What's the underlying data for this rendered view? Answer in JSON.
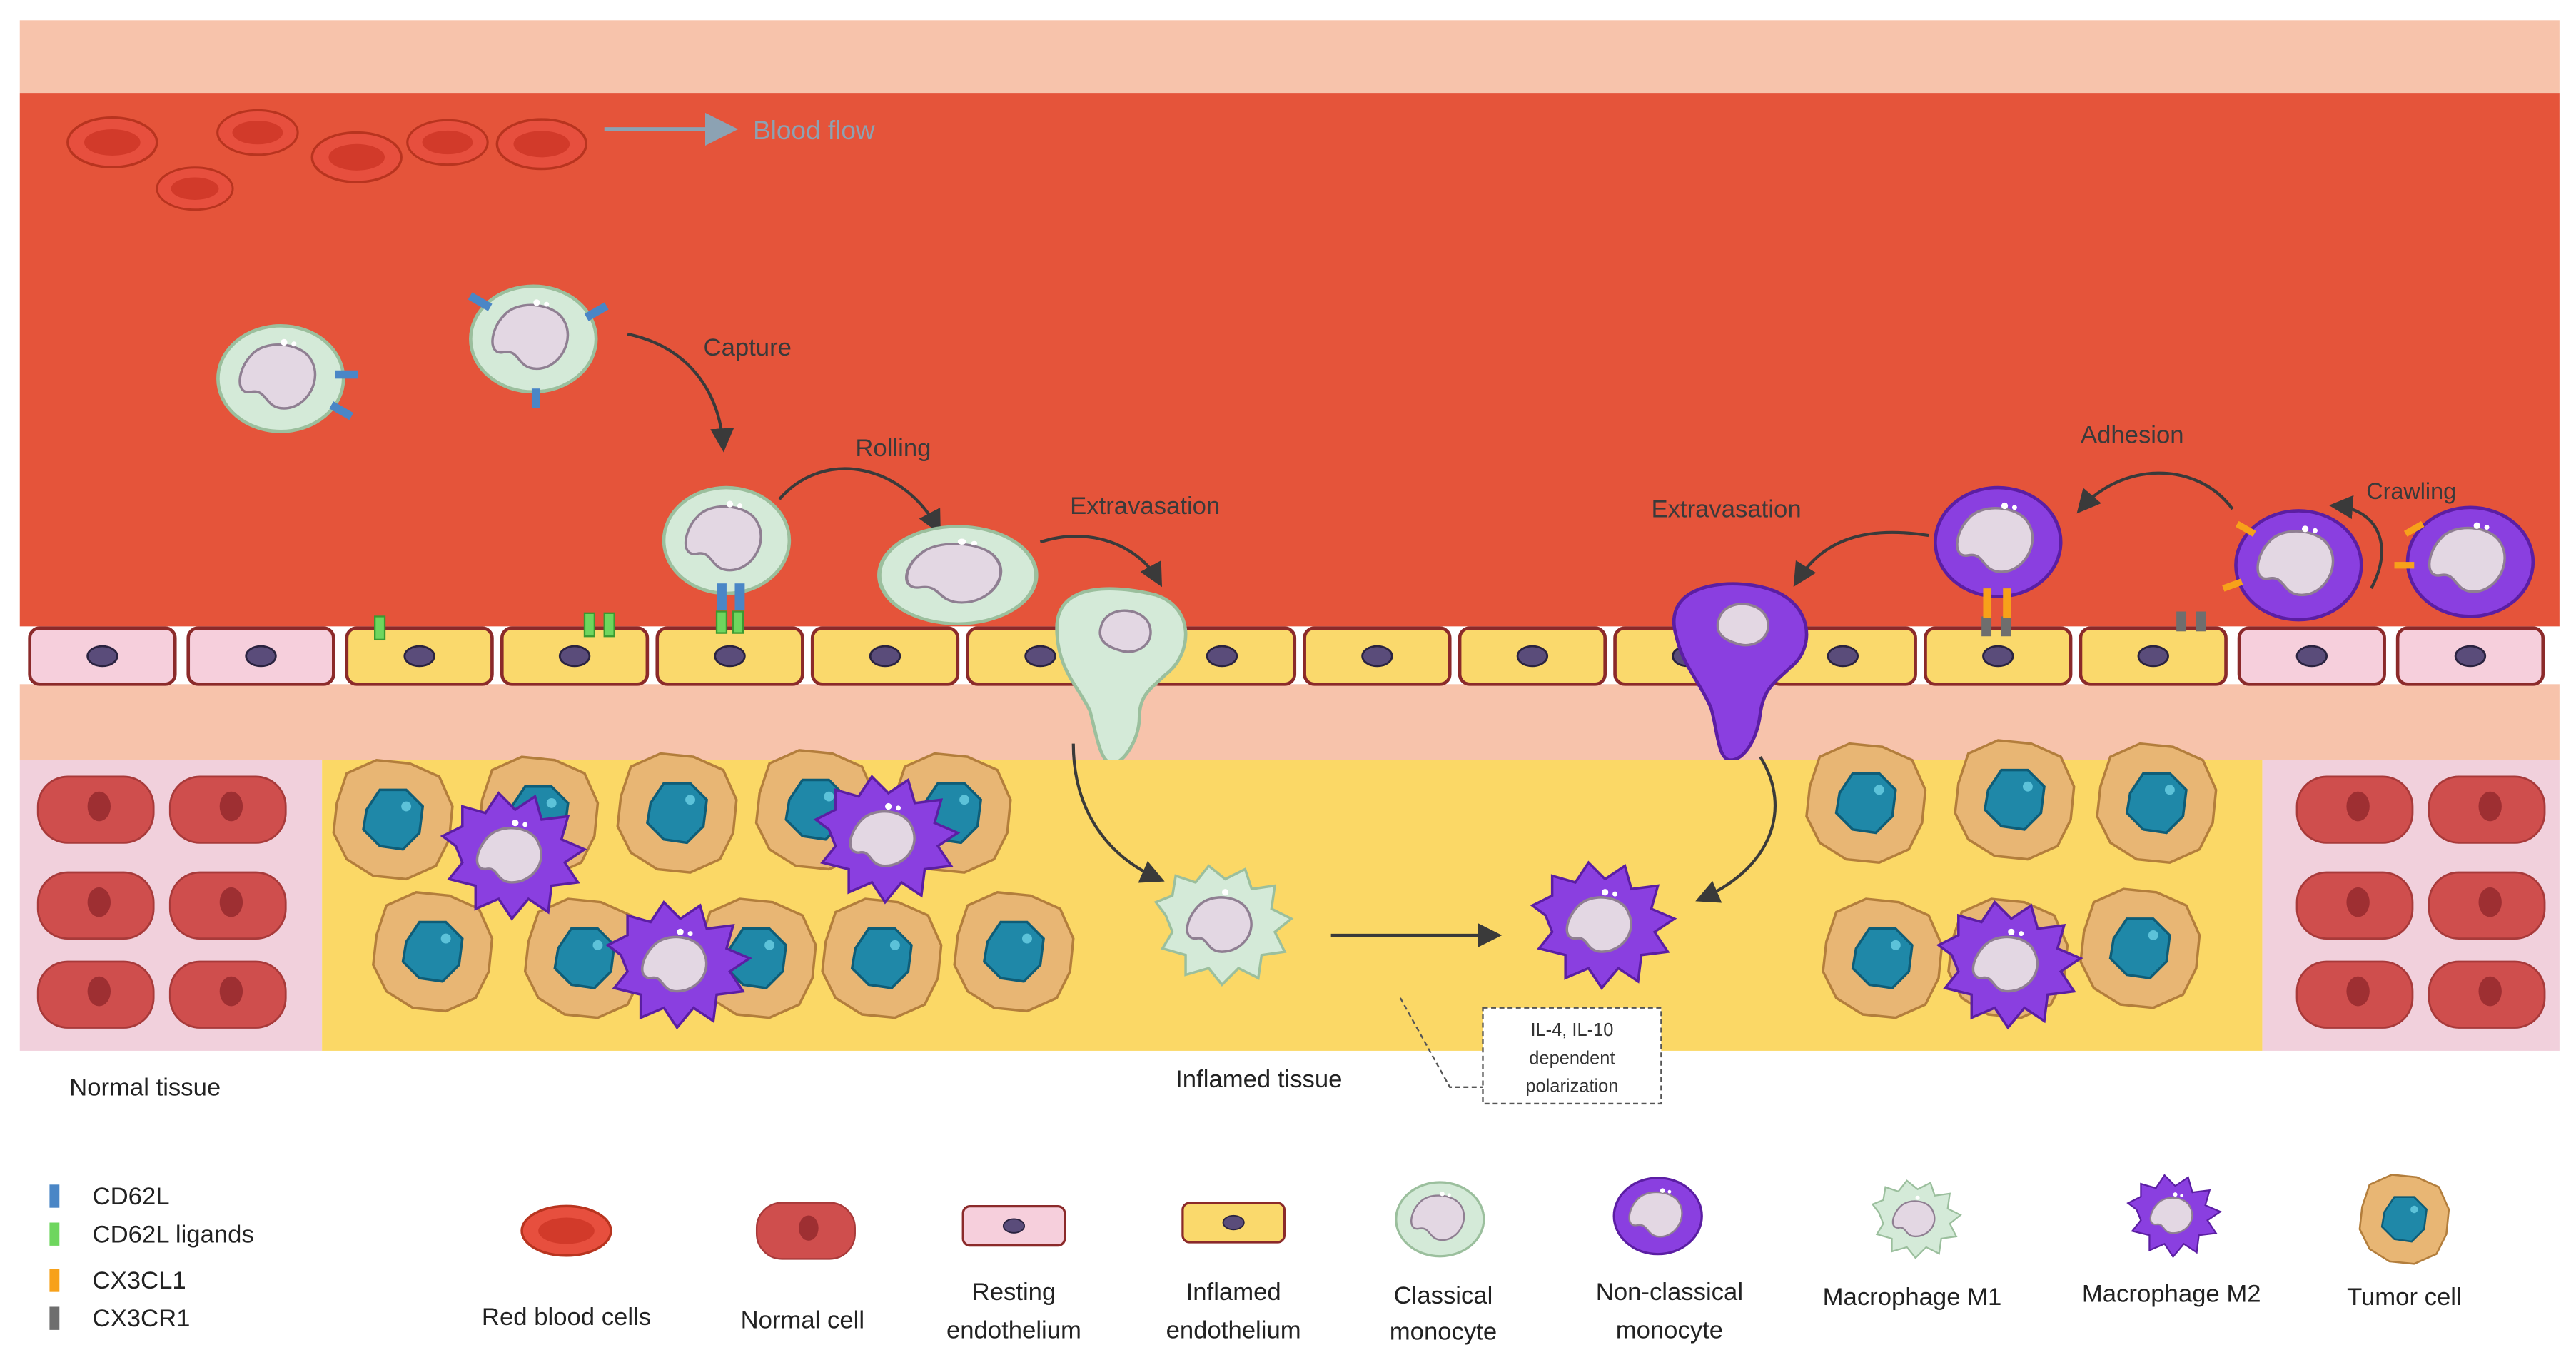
{
  "colors": {
    "vessel_wall": "#f7c3ab",
    "blood": "#e5543a",
    "resting_endothelium": "#f6cfdc",
    "inflamed_endothelium": "#fad96c",
    "normal_tissue_bg": "#f1d0dc",
    "inflamed_tissue_bg": "#fbd866",
    "classical_monocyte": "#d4ead8",
    "non_classical_monocyte": "#8a3fe0",
    "nucleus": "#e3d7e3",
    "cd62l": "#4a86c6",
    "cd62l_ligand": "#6ed65e",
    "cx3cl1": "#f7a11a",
    "cx3cr1": "#6e6e6e",
    "normal_cell": "#cf4e4d",
    "red_blood_cell": "#e74f3e",
    "tumor_cell": "#e8b674",
    "tumor_nucleus": "#1f88a8"
  },
  "blood_flow_label": "Blood flow",
  "steps": {
    "capture": "Capture",
    "rolling": "Rolling",
    "extravasation_classical": "Extravasation",
    "extravasation_nonclassical": "Extravasation",
    "adhesion": "Adhesion",
    "crawling": "Crawling"
  },
  "tissues": {
    "normal": "Normal tissue",
    "inflamed": "Inflamed tissue"
  },
  "polarization_note": [
    "IL-4, IL-10",
    "dependent",
    "polarization"
  ],
  "legend_receptors": [
    {
      "label": "CD62L",
      "color_key": "cd62l"
    },
    {
      "label": "CD62L ligands",
      "color_key": "cd62l_ligand"
    },
    {
      "label": "CX3CL1",
      "color_key": "cx3cl1"
    },
    {
      "label": "CX3CR1",
      "color_key": "cx3cr1"
    }
  ],
  "legend_cells": [
    {
      "icon": "red-blood-cell",
      "lines": [
        "Red blood cells"
      ]
    },
    {
      "icon": "normal-cell",
      "lines": [
        "Normal cell"
      ]
    },
    {
      "icon": "resting-endothelium",
      "lines": [
        "Resting",
        "endothelium"
      ]
    },
    {
      "icon": "inflamed-endothelium",
      "lines": [
        "Inflamed",
        "endothelium"
      ]
    },
    {
      "icon": "classical-monocyte",
      "lines": [
        "Classical",
        "monocyte"
      ]
    },
    {
      "icon": "non-classical-monocyte",
      "lines": [
        "Non-classical",
        "monocyte"
      ]
    },
    {
      "icon": "macrophage-m1",
      "lines": [
        "Macrophage M1"
      ]
    },
    {
      "icon": "macrophage-m2",
      "lines": [
        "Macrophage M2"
      ]
    },
    {
      "icon": "tumor-cell",
      "lines": [
        "Tumor cell"
      ]
    }
  ]
}
